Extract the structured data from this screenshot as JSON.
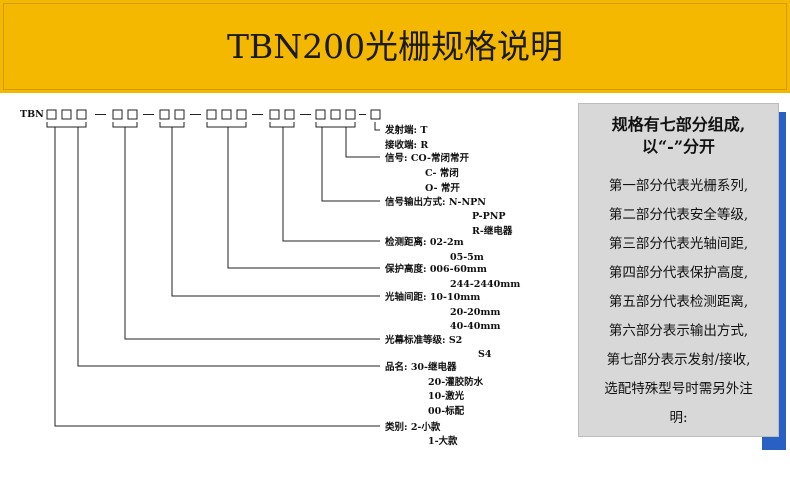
{
  "header": {
    "title": "TBN200光栅规格说明"
  },
  "diagram": {
    "prefix": "TBN",
    "labels": {
      "send_recv": [
        "发射端: T",
        "接收端: R"
      ],
      "signal": [
        "信号: CO-常闭常开",
        "C- 常闭",
        "O- 常开"
      ],
      "output": [
        "信号输出方式: N-NPN",
        "P-PNP",
        "R-继电器"
      ],
      "distance": [
        "检测距离: 02-2m",
        "05-5m"
      ],
      "height": [
        "保护高度: 006-60mm",
        "244-2440mm"
      ],
      "pitch": [
        "光轴间距: 10-10mm",
        "20-20mm",
        "40-40mm"
      ],
      "safety": [
        "光幕标准等级: S2",
        "S4"
      ],
      "product": [
        "品名: 30-继电器",
        "20-灌胶防水",
        "10-激光",
        "00-标配"
      ],
      "category": [
        "类别: 2-小款",
        "1-大款"
      ]
    }
  },
  "card": {
    "heading": [
      "规格有七部分组成,",
      "以“-”分开"
    ],
    "lines": [
      "第一部分代表光栅系列,",
      "第二部分代表安全等级,",
      "第三部分代表光轴间距,",
      "第四部分代表保护高度,",
      "第五部分代表检测距离,",
      "第六部分表示输出方式,",
      "第七部分表示发射/接收,",
      "选配特殊型号时需另外注",
      "明:"
    ]
  },
  "colors": {
    "banner": "#f5b800",
    "accent": "#2860c4",
    "card": "#d8d8d8"
  }
}
